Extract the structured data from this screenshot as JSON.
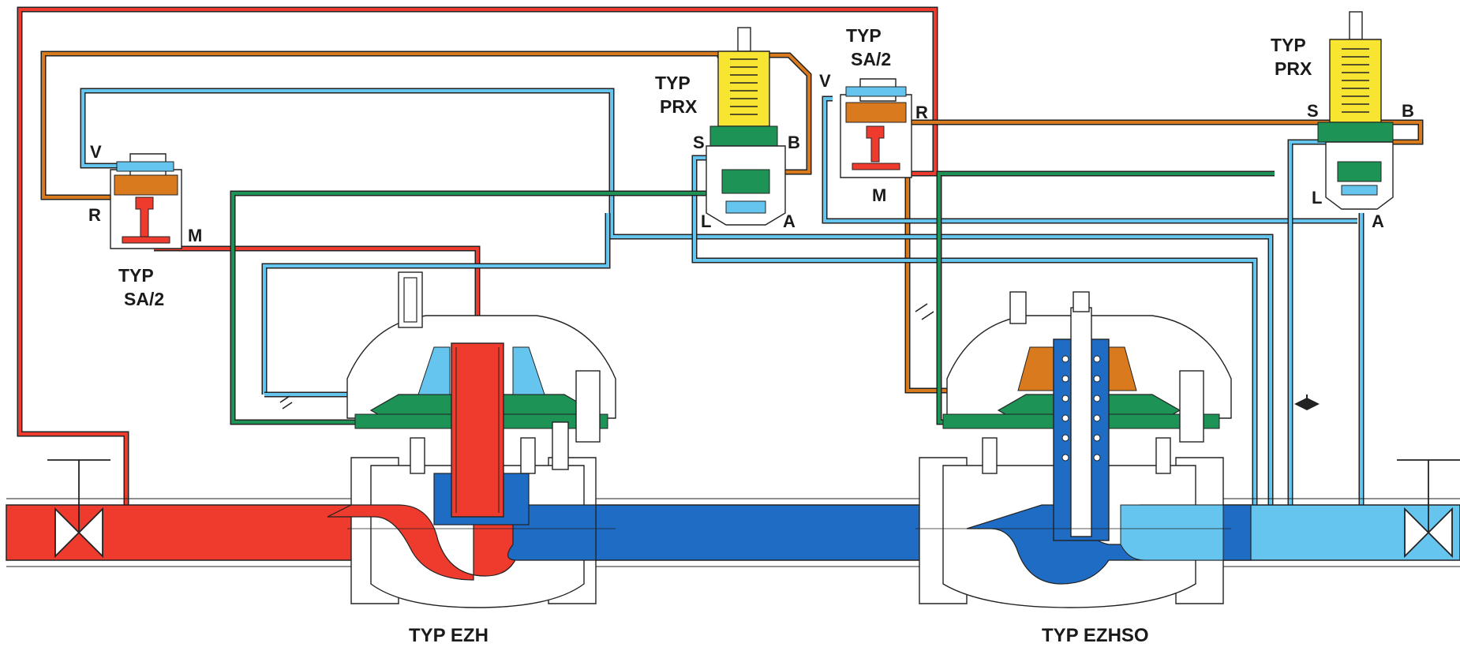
{
  "colors": {
    "inlet_red": "#ee3b2e",
    "outlet_blue": "#1e6cc4",
    "downstream_lightblue": "#66c5ef",
    "control_orange": "#d97a1f",
    "green": "#1e9356",
    "spring_yellow": "#f8e531",
    "outline": "#222222"
  },
  "diagram": {
    "components": [
      {
        "id": "sa2-left",
        "title_line1": "TYP",
        "title_line2": "SA/2",
        "ports": {
          "V": "V",
          "R": "R",
          "M": "M"
        }
      },
      {
        "id": "prx-left",
        "title_line1": "TYP",
        "title_line2": "PRX",
        "ports": {
          "S": "S",
          "B": "B",
          "L": "L",
          "A": "A"
        }
      },
      {
        "id": "sa2-right",
        "title_line1": "TYP",
        "title_line2": "SA/2",
        "ports": {
          "V": "V",
          "R": "R",
          "M": "M"
        }
      },
      {
        "id": "prx-right",
        "title_line1": "TYP",
        "title_line2": "PRX",
        "ports": {
          "S": "S",
          "B": "B",
          "L": "L",
          "A": "A"
        }
      }
    ],
    "valves": [
      {
        "id": "ezh",
        "label": "TYP EZH"
      },
      {
        "id": "ezhso",
        "label": "TYP EZHSO"
      }
    ]
  }
}
